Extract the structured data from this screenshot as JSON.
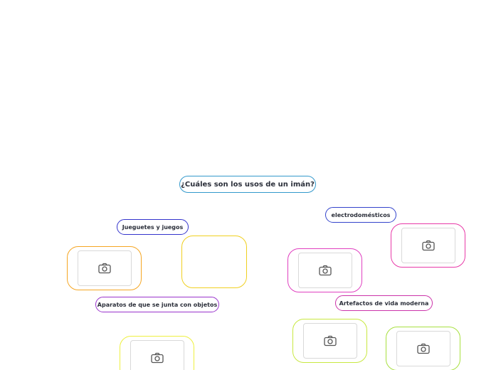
{
  "map": {
    "central_topic": "¿Cuáles son los usos de un imán?",
    "branches": [
      {
        "label": "Jueguetes y juegos",
        "color": "#3333cc"
      },
      {
        "label": "Aparatos de que se junta con objetos",
        "color": "#9933cc"
      },
      {
        "label": "electrodomésticos",
        "color": "#3344cc"
      },
      {
        "label": "Artefactos de vida moderna",
        "color": "#cc33aa"
      }
    ]
  },
  "icons": {
    "image_placeholder": "camera-icon"
  },
  "colors": {
    "central_border": "#3399cc",
    "orange": "#f5a623",
    "yellow": "#f0d020",
    "yellow_light": "#eef040",
    "magenta": "#e040c0",
    "pink": "#e83aa8",
    "lime": "#c8e840",
    "green": "#a8e040"
  }
}
